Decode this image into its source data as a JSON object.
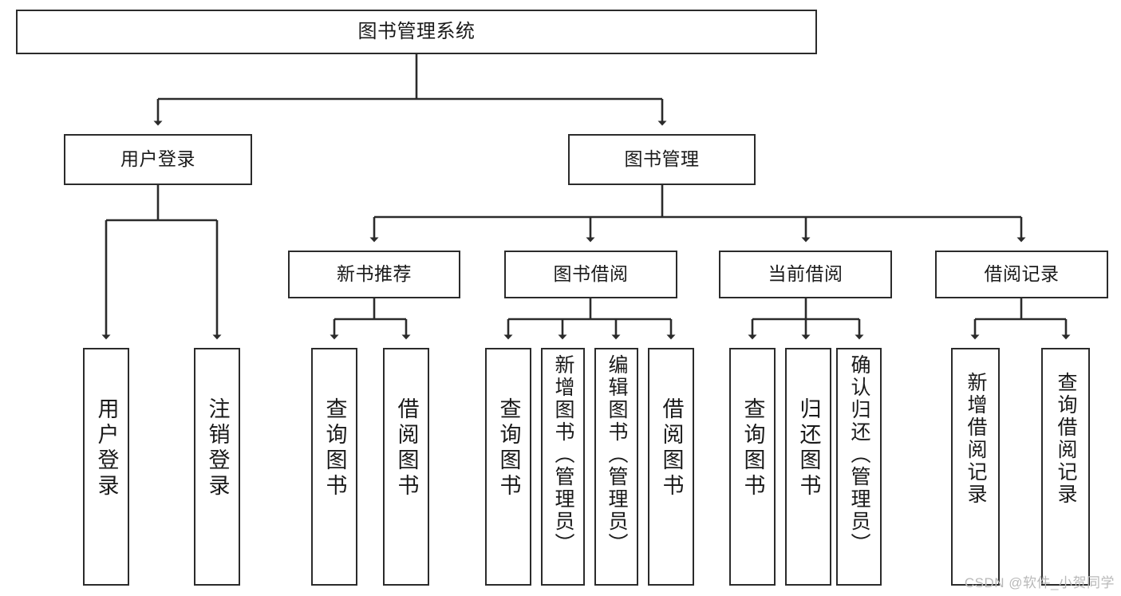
{
  "diagram": {
    "title": "图书管理系统",
    "type": "tree",
    "root": {
      "label": "图书管理系统"
    },
    "level2": [
      {
        "label": "用户登录"
      },
      {
        "label": "图书管理"
      }
    ],
    "level3": [
      {
        "label": "新书推荐"
      },
      {
        "label": "图书借阅"
      },
      {
        "label": "当前借阅"
      },
      {
        "label": "借阅记录"
      }
    ],
    "leaves": [
      {
        "label": "用户登录"
      },
      {
        "label": "注销登录"
      },
      {
        "label": "查询图书"
      },
      {
        "label": "借阅图书"
      },
      {
        "label": "查询图书"
      },
      {
        "label": "新增图书（管理员）"
      },
      {
        "label": "编辑图书（管理员）"
      },
      {
        "label": "借阅图书"
      },
      {
        "label": "查询图书"
      },
      {
        "label": "归还图书"
      },
      {
        "label": "确认归还（管理员）"
      },
      {
        "label": "新增借阅记录"
      },
      {
        "label": "查询借阅记录"
      }
    ]
  },
  "watermark": {
    "text": "CSDN @软件_小贺同学"
  },
  "colors": {
    "stroke": "#2b2b2b",
    "background": "#ffffff",
    "text": "#1a1a1a",
    "watermark": "#b9b9b9"
  }
}
